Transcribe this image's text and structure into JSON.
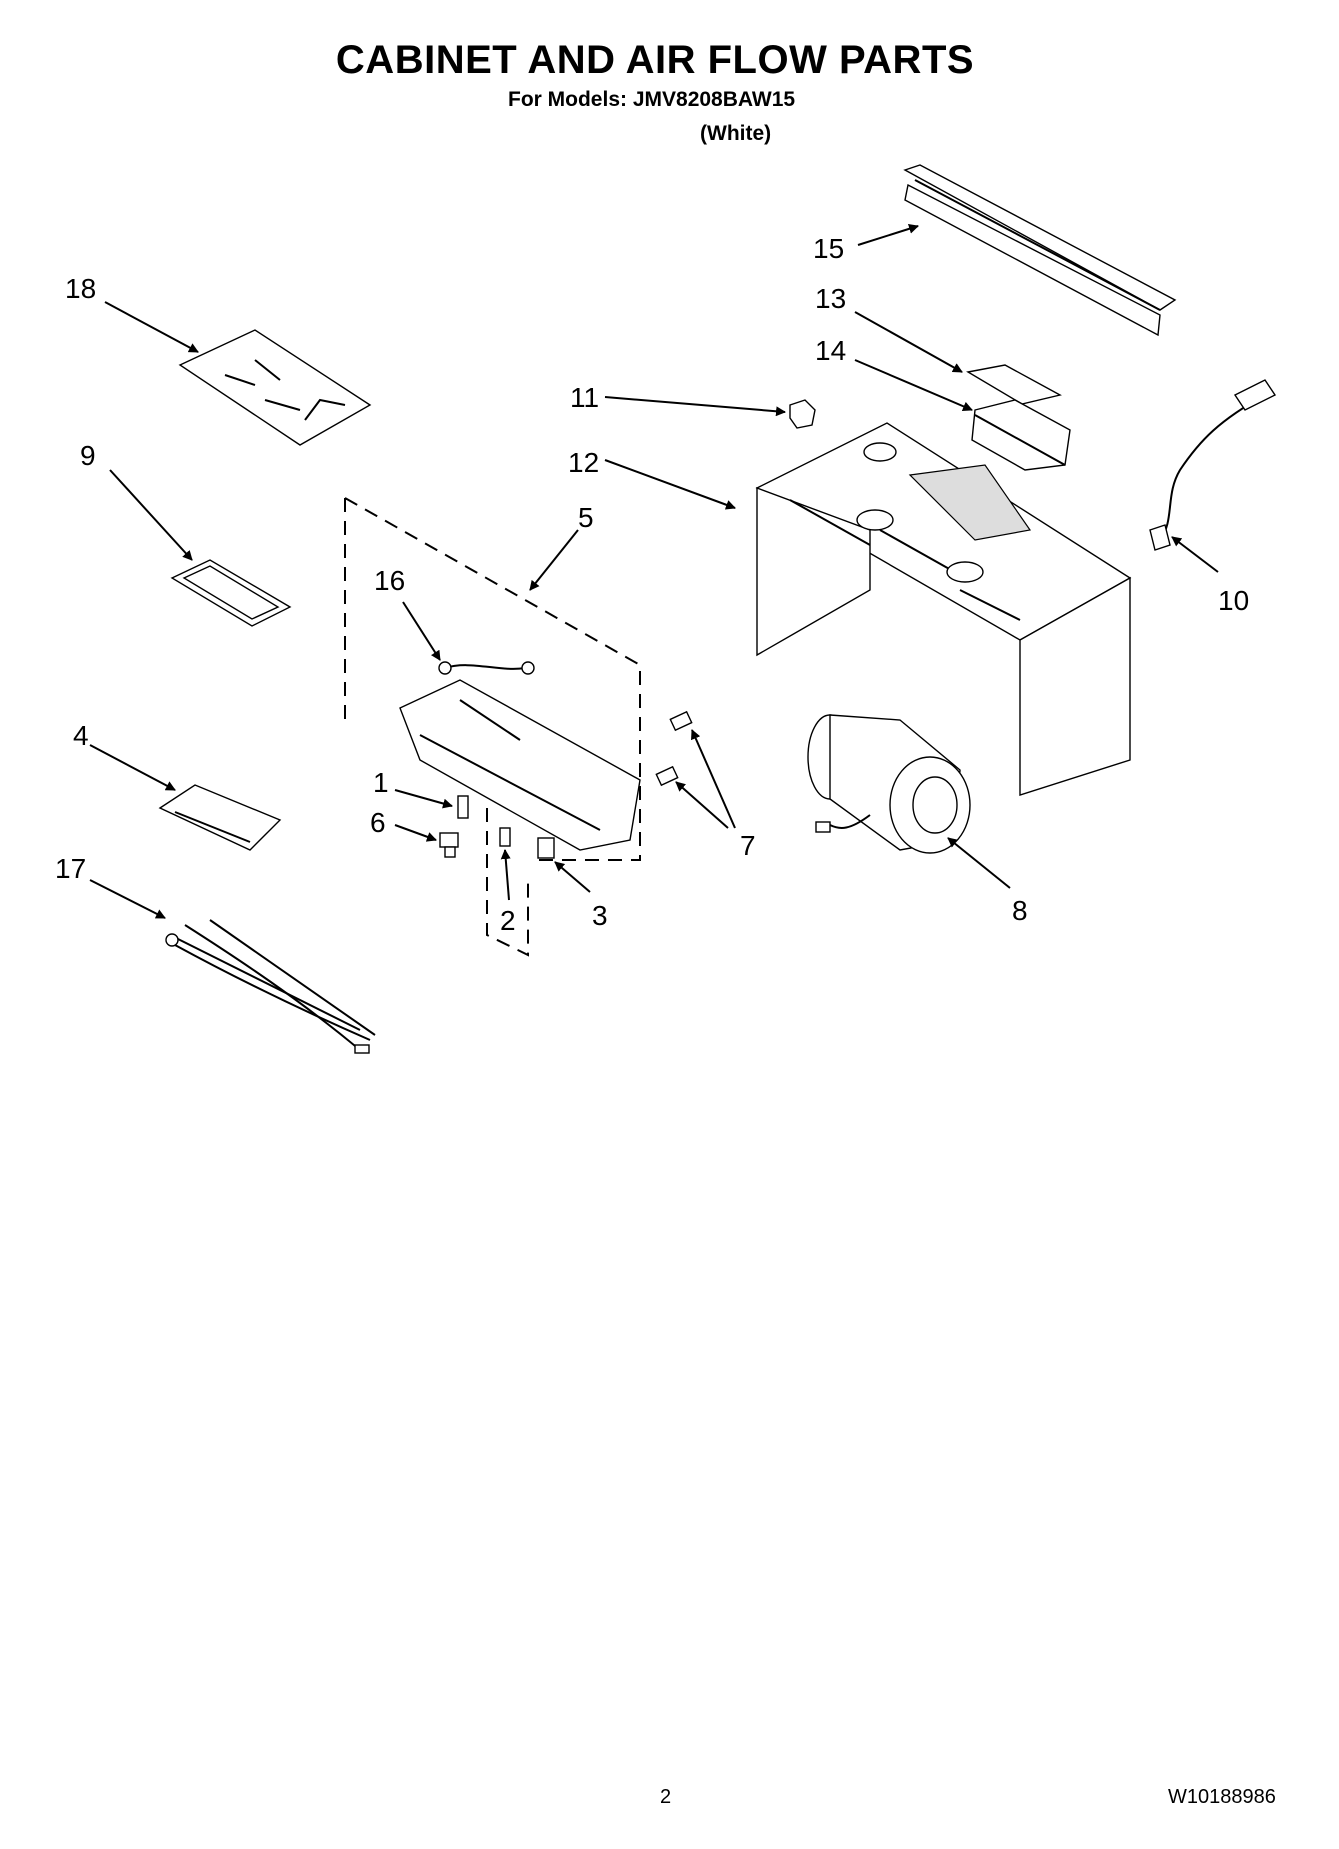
{
  "header": {
    "title": "CABINET AND AIR FLOW PARTS",
    "models": "For Models: JMV8208BAW15",
    "variant": "(White)"
  },
  "callouts": [
    "15",
    "18",
    "13",
    "14",
    "11",
    "12",
    "10",
    "9",
    "5",
    "16",
    "4",
    "1",
    "6",
    "7",
    "17",
    "2",
    "3",
    "8"
  ],
  "footer": {
    "page_number": "2",
    "document_number": "W10188986"
  }
}
